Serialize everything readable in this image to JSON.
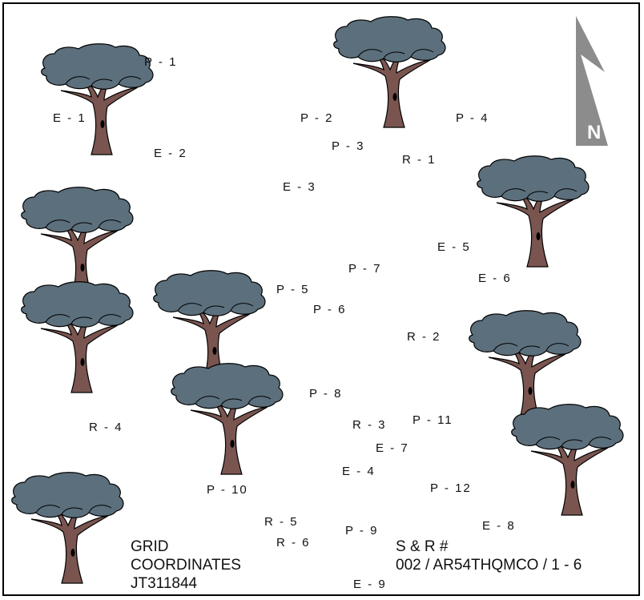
{
  "map": {
    "north_arrow": {
      "letter": "N",
      "color": "#8c8c8c",
      "icon": "north-arrow-icon"
    },
    "tree_colors": {
      "canopy": "#5c6f7c",
      "trunk": "#7a5550",
      "outline": "#000000"
    },
    "markers": [
      {
        "id": "P-1",
        "label": "P - 1"
      },
      {
        "id": "E-1",
        "label": "E - 1"
      },
      {
        "id": "E-2",
        "label": "E - 2"
      },
      {
        "id": "P-2",
        "label": "P - 2"
      },
      {
        "id": "P-3",
        "label": "P - 3"
      },
      {
        "id": "P-4",
        "label": "P - 4"
      },
      {
        "id": "R-1",
        "label": "R - 1"
      },
      {
        "id": "E-3",
        "label": "E - 3"
      },
      {
        "id": "E-5",
        "label": "E - 5"
      },
      {
        "id": "P-7",
        "label": "P - 7"
      },
      {
        "id": "E-6",
        "label": "E - 6"
      },
      {
        "id": "P-5",
        "label": "P - 5"
      },
      {
        "id": "P-6",
        "label": "P - 6"
      },
      {
        "id": "R-2",
        "label": "R - 2"
      },
      {
        "id": "P-8",
        "label": "P - 8"
      },
      {
        "id": "R-3",
        "label": "R - 3"
      },
      {
        "id": "P-11",
        "label": "P - 11"
      },
      {
        "id": "R-4",
        "label": "R - 4"
      },
      {
        "id": "E-7",
        "label": "E - 7"
      },
      {
        "id": "E-4",
        "label": "E - 4"
      },
      {
        "id": "P-10",
        "label": "P - 10"
      },
      {
        "id": "P-12",
        "label": "P - 12"
      },
      {
        "id": "R-5",
        "label": "R - 5"
      },
      {
        "id": "E-8",
        "label": "E - 8"
      },
      {
        "id": "P-9",
        "label": "P - 9"
      },
      {
        "id": "R-6",
        "label": "R - 6"
      },
      {
        "id": "E-9",
        "label": "E - 9"
      }
    ],
    "grid": {
      "line1": "GRID",
      "line2": "COORDINATES",
      "value": "JT311844"
    },
    "sr": {
      "label": "S & R #",
      "value": "002 / AR54THQMCO / 1 - 6"
    }
  }
}
